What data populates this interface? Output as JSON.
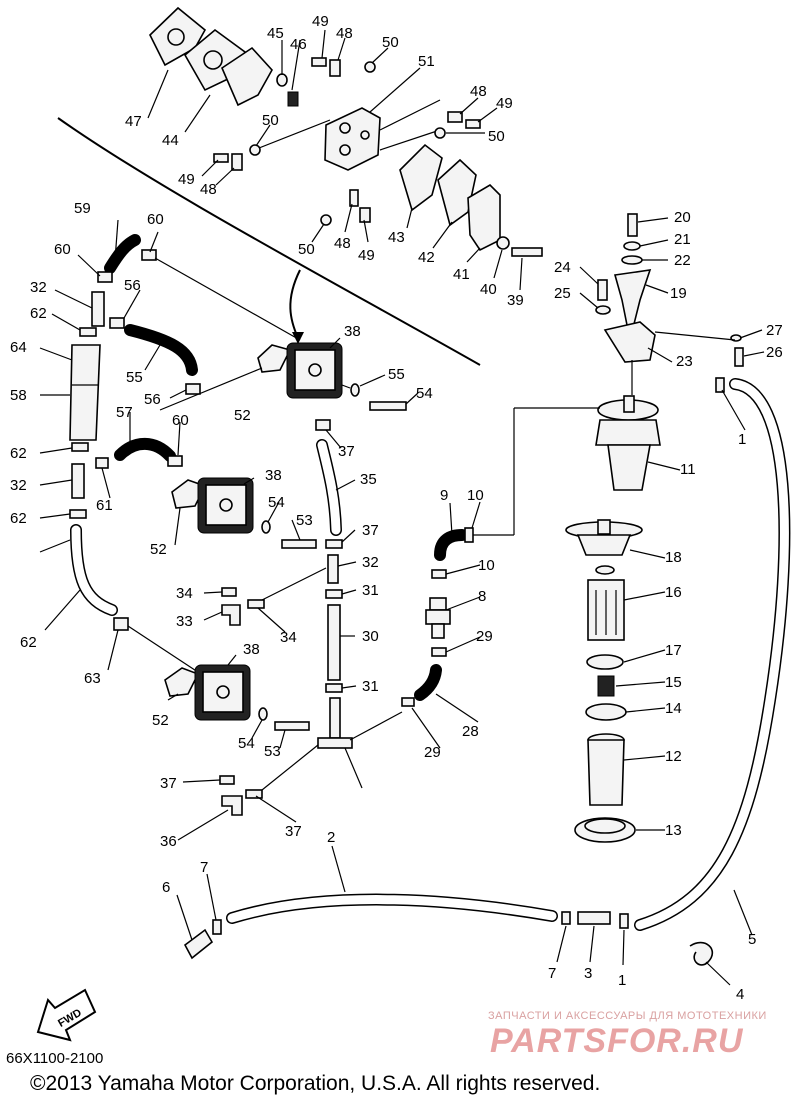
{
  "diagram_code": "66X1100-2100",
  "copyright": "©2013 Yamaha Motor Corporation, U.S.A. All rights reserved.",
  "watermark": {
    "subtitle": "ЗАПЧАСТИ И АКСЕССУАРЫ ДЛЯ МОТОТЕХНИКИ",
    "logo": "PARTSFOR.RU"
  },
  "fwd_label": "FWD",
  "callouts": [
    "1",
    "1",
    "2",
    "3",
    "4",
    "5",
    "6",
    "7",
    "7",
    "8",
    "9",
    "10",
    "10",
    "11",
    "12",
    "13",
    "14",
    "15",
    "16",
    "17",
    "18",
    "19",
    "20",
    "21",
    "22",
    "23",
    "24",
    "25",
    "26",
    "27",
    "28",
    "29",
    "29",
    "30",
    "31",
    "31",
    "32",
    "32",
    "32",
    "33",
    "34",
    "34",
    "35",
    "36",
    "37",
    "37",
    "37",
    "37",
    "38",
    "38",
    "38",
    "39",
    "40",
    "41",
    "42",
    "43",
    "44",
    "45",
    "46",
    "47",
    "48",
    "48",
    "48",
    "48",
    "49",
    "49",
    "49",
    "49",
    "50",
    "50",
    "50",
    "50",
    "51",
    "52",
    "52",
    "52",
    "53",
    "53",
    "54",
    "54",
    "54",
    "55",
    "55",
    "56",
    "56",
    "57",
    "58",
    "59",
    "60",
    "60",
    "60",
    "61",
    "62",
    "62",
    "62",
    "62",
    "63",
    "64"
  ]
}
